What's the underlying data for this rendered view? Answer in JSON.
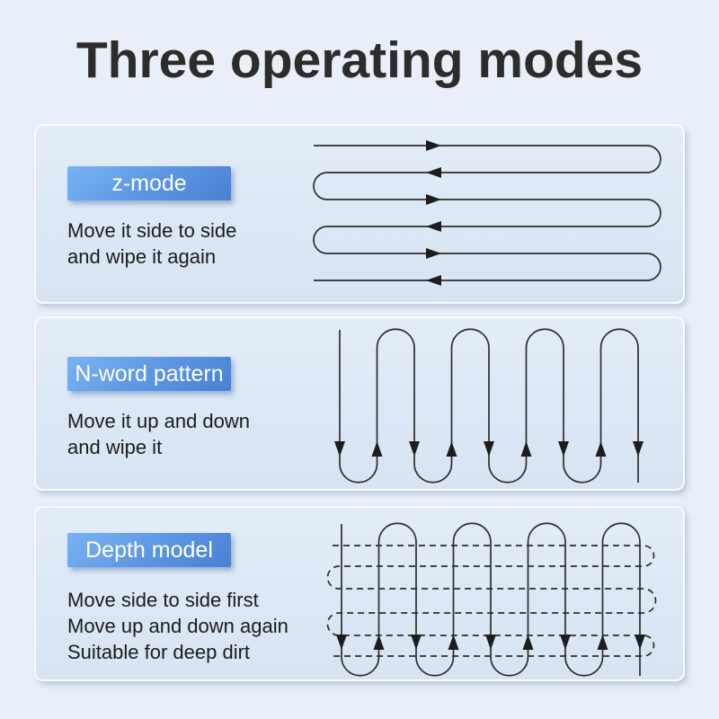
{
  "page": {
    "title": "Three operating modes",
    "background_color": "#e9eff8",
    "panel_color": "#dbe7f4",
    "badge_gradient": [
      "#79b3f4",
      "#4a80d1"
    ],
    "line_color": "#2d2d2d",
    "title_color": "#2c2c2c",
    "text_color": "#1b1b1b"
  },
  "panels": [
    {
      "badge": "z-mode",
      "lines": [
        "Move it side to side",
        "and wipe it again"
      ],
      "diagram_icon": "horizontal-serpentine-arrows-icon"
    },
    {
      "badge": "N-word pattern",
      "lines": [
        "Move it up and down",
        "and wipe it"
      ],
      "diagram_icon": "vertical-serpentine-arrows-icon"
    },
    {
      "badge": "Depth model",
      "lines": [
        "Move side to side first",
        "Move up and down again",
        "Suitable for deep dirt"
      ],
      "diagram_icon": "crosshatch-serpentine-arrows-icon"
    }
  ]
}
